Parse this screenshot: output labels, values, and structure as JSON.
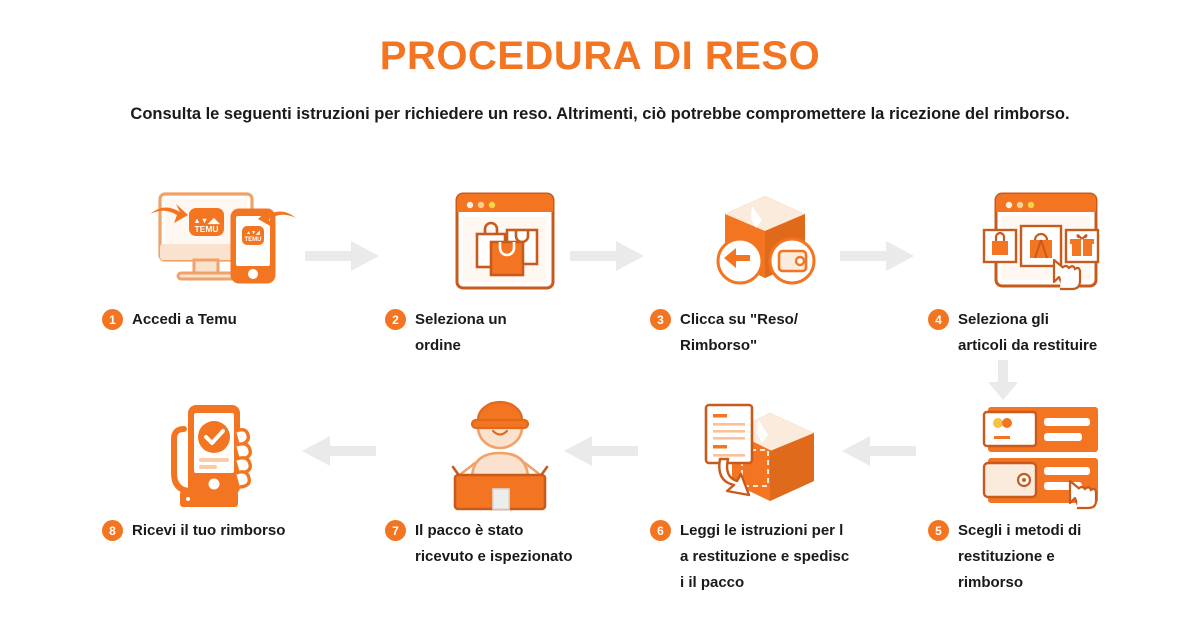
{
  "header": {
    "title": "PROCEDURA DI RESO",
    "subtitle": "Consulta le seguenti istruzioni per richiedere un reso. Altrimenti, ciò potrebbe compromettere la ricezione del rimborso."
  },
  "colors": {
    "brand_orange": "#F47521",
    "dark_orange": "#C75B1E",
    "light_peach": "#FBE2CE",
    "arrow_gray": "#EAEAEA",
    "text_dark": "#1a1a1a",
    "title_orange": "#F47521"
  },
  "steps": [
    {
      "number": "1",
      "label": "Accedi a Temu",
      "icon": "desktop-and-phone-temu-login-icon",
      "logo_text": "TEMU"
    },
    {
      "number": "2",
      "label": "Seleziona un\nordine",
      "icon": "browser-window-orders-icon"
    },
    {
      "number": "3",
      "label": "Clicca su \"Reso/\nRimborso\"",
      "icon": "package-return-refund-icon"
    },
    {
      "number": "4",
      "label": "Seleziona gli\narticoli da restituire",
      "icon": "browser-select-items-cursor-icon"
    },
    {
      "number": "5",
      "label": "Scegli i metodi di\nrestituzione e\nrimborso",
      "icon": "payment-methods-cursor-icon"
    },
    {
      "number": "6",
      "label": "Leggi le istruzioni per l\na restituzione e spedisc\ni il pacco",
      "icon": "instructions-document-package-icon"
    },
    {
      "number": "7",
      "label": "Il pacco è stato\nricevuto e ispezionato",
      "icon": "worker-inspecting-package-icon"
    },
    {
      "number": "8",
      "label": "Ricevi il tuo rimborso",
      "icon": "hand-phone-refund-check-icon"
    }
  ],
  "connectors": [
    {
      "name": "arrow-step1-to-step2",
      "direction": "right"
    },
    {
      "name": "arrow-step2-to-step3",
      "direction": "right"
    },
    {
      "name": "arrow-step3-to-step4",
      "direction": "right"
    },
    {
      "name": "arrow-step4-to-step5",
      "direction": "down"
    },
    {
      "name": "arrow-step5-to-step6",
      "direction": "left"
    },
    {
      "name": "arrow-step6-to-step7",
      "direction": "left"
    },
    {
      "name": "arrow-step7-to-step8",
      "direction": "left"
    }
  ]
}
